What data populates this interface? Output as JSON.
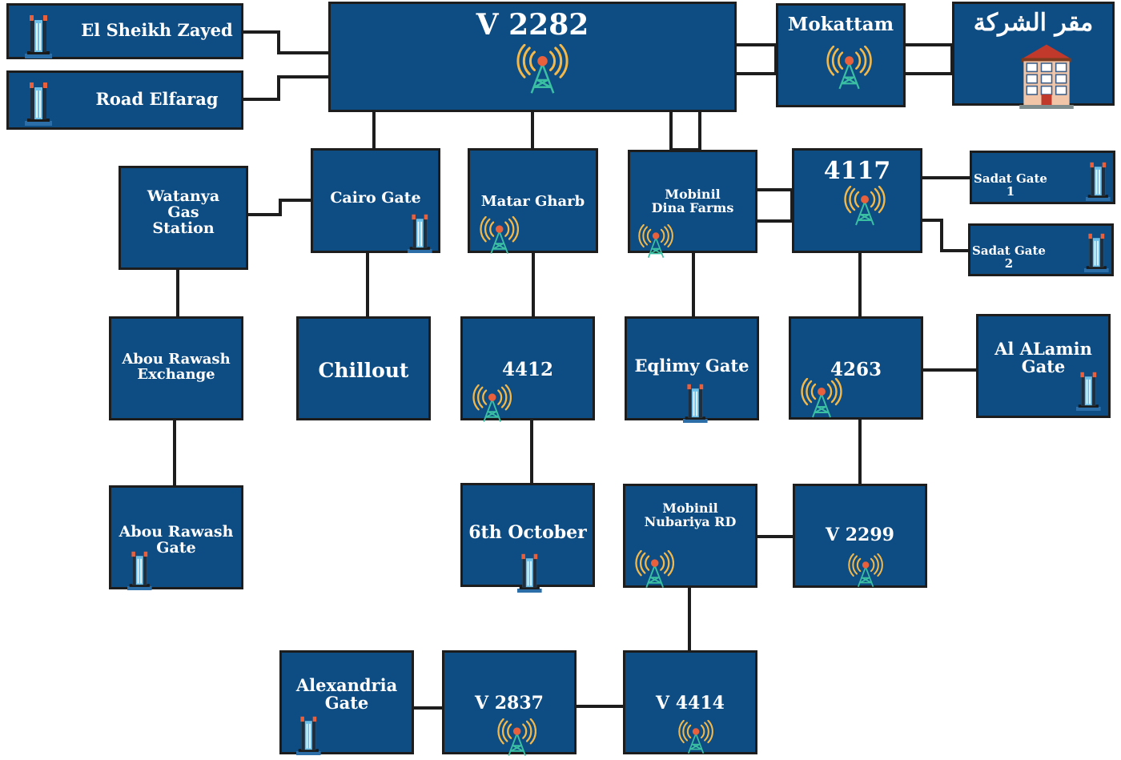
{
  "diagram": {
    "nodes": [
      {
        "id": "sheikh-zayed",
        "label": "El Sheikh Zayed",
        "icon": "building-icon"
      },
      {
        "id": "road-elfarag",
        "label": "Road Elfarag",
        "icon": "building-icon"
      },
      {
        "id": "v2282",
        "label": "V 2282",
        "icon": "antenna-icon"
      },
      {
        "id": "mokattam",
        "label": "Mokattam",
        "icon": "antenna-icon"
      },
      {
        "id": "hq",
        "label": "مقر الشركة",
        "icon": "office-building-icon"
      },
      {
        "id": "watanya",
        "label": "Watanya\nGas\nStation",
        "icon": ""
      },
      {
        "id": "cairo-gate",
        "label": "Cairo Gate",
        "icon": "building-icon"
      },
      {
        "id": "matar-gharb",
        "label": "Matar Gharb",
        "icon": "antenna-icon"
      },
      {
        "id": "mobinil-dina",
        "label": "Mobinil\nDina Farms",
        "icon": "antenna-icon"
      },
      {
        "id": "n4117",
        "label": "4117",
        "icon": "antenna-icon"
      },
      {
        "id": "sadat-1",
        "label": "Sadat Gate 1",
        "icon": "building-icon"
      },
      {
        "id": "sadat-2",
        "label": "Sadat Gate 2",
        "icon": "building-icon"
      },
      {
        "id": "abou-rawash-exchange",
        "label": "Abou Rawash\nExchange",
        "icon": ""
      },
      {
        "id": "chillout",
        "label": "Chillout",
        "icon": ""
      },
      {
        "id": "n4412",
        "label": "4412",
        "icon": "antenna-icon"
      },
      {
        "id": "eqlimy",
        "label": "Eqlimy Gate",
        "icon": "building-icon"
      },
      {
        "id": "n4263",
        "label": "4263",
        "icon": "antenna-icon"
      },
      {
        "id": "al-alamin",
        "label": "Al ALamin\nGate",
        "icon": "building-icon"
      },
      {
        "id": "abou-rawash-gate",
        "label": "Abou Rawash\nGate",
        "icon": "building-icon"
      },
      {
        "id": "sixth-october",
        "label": "6th October",
        "icon": "building-icon"
      },
      {
        "id": "mobinil-nubariya",
        "label": "Mobinil\nNubariya RD",
        "icon": "antenna-icon"
      },
      {
        "id": "v2299",
        "label": "V 2299",
        "icon": "antenna-icon"
      },
      {
        "id": "alexandria",
        "label": "Alexandria\nGate",
        "icon": "building-icon"
      },
      {
        "id": "v2837",
        "label": "V 2837",
        "icon": "antenna-icon"
      },
      {
        "id": "v4414",
        "label": "V 4414",
        "icon": "antenna-icon"
      }
    ],
    "edges": [
      [
        "sheikh-zayed",
        "v2282"
      ],
      [
        "road-elfarag",
        "v2282"
      ],
      [
        "v2282",
        "mokattam"
      ],
      [
        "mokattam",
        "hq"
      ],
      [
        "v2282",
        "cairo-gate"
      ],
      [
        "v2282",
        "matar-gharb"
      ],
      [
        "v2282",
        "mobinil-dina"
      ],
      [
        "watanya",
        "cairo-gate"
      ],
      [
        "mobinil-dina",
        "n4117"
      ],
      [
        "n4117",
        "sadat-1"
      ],
      [
        "n4117",
        "sadat-2"
      ],
      [
        "watanya",
        "abou-rawash-exchange"
      ],
      [
        "abou-rawash-exchange",
        "abou-rawash-gate"
      ],
      [
        "cairo-gate",
        "chillout"
      ],
      [
        "matar-gharb",
        "n4412"
      ],
      [
        "n4412",
        "sixth-october"
      ],
      [
        "mobinil-dina",
        "eqlimy"
      ],
      [
        "n4117",
        "n4263"
      ],
      [
        "n4263",
        "al-alamin"
      ],
      [
        "n4263",
        "v2299"
      ],
      [
        "mobinil-nubariya",
        "v2299"
      ],
      [
        "mobinil-nubariya",
        "v4414"
      ],
      [
        "v2837",
        "v4414"
      ],
      [
        "alexandria",
        "v2837"
      ]
    ]
  }
}
